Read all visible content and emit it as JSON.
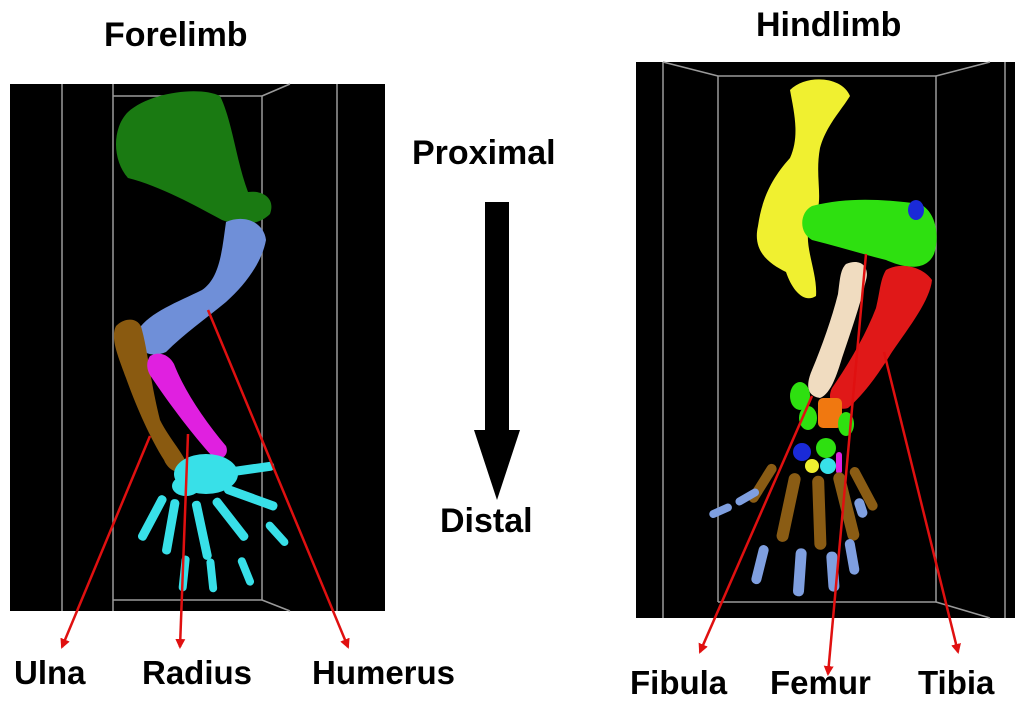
{
  "forelimb": {
    "title": "Forelimb",
    "labels": {
      "ulna": "Ulna",
      "radius": "Radius",
      "humerus": "Humerus"
    }
  },
  "hindlimb": {
    "title": "Hindlimb",
    "labels": {
      "fibula": "Fibula",
      "femur": "Femur",
      "tibia": "Tibia"
    }
  },
  "direction": {
    "proximal": "Proximal",
    "distal": "Distal"
  },
  "colors": {
    "panel_bg": "#000000",
    "box_lines": "#9a9a9a",
    "pointer": "#e01010",
    "arrow": "#000000",
    "scapula": "#1a7a12",
    "humerus": "#6f8fd8",
    "ulna": "#8a5a10",
    "radius": "#e020e0",
    "hand": "#38e0e8",
    "pelvis": "#f0f030",
    "femur": "#2ee010",
    "fibula": "#f0dcc0",
    "tibia": "#e01818",
    "foot_bones": "#8a5c14",
    "toes": "#7f9fe0",
    "tarsal_orange": "#f07810",
    "tarsal_blue": "#1a2ad8"
  }
}
